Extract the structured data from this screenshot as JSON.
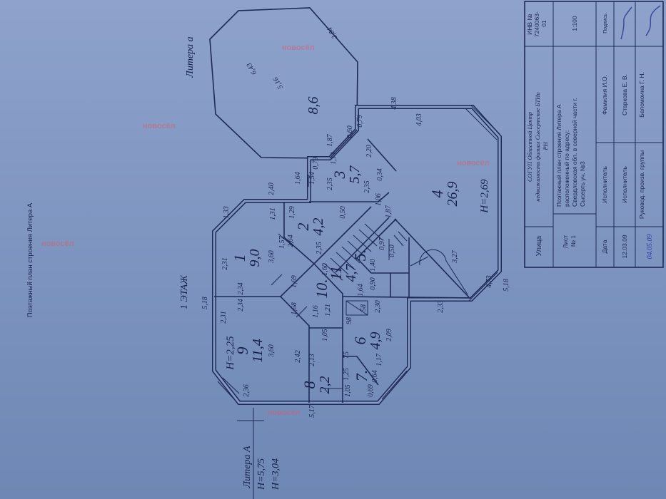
{
  "document": {
    "side_title": "Поэтажный план строения Литера А",
    "floor_label": "1 ЭТАЖ",
    "annex_label": "Литера а",
    "main_label": "Литера А",
    "main_heights": [
      "H=5,75",
      "H=3,04"
    ],
    "watermark": "новосёл"
  },
  "rooms": [
    {
      "num": "1",
      "area": "9,0"
    },
    {
      "num": "2",
      "area": "4,2"
    },
    {
      "num": "3",
      "area": "5,7"
    },
    {
      "num": "4",
      "area": "26,9"
    },
    {
      "num": "5.",
      "area": ""
    },
    {
      "num": "6",
      "area": "4,9"
    },
    {
      "num": "7.",
      "area": ""
    },
    {
      "num": "8",
      "area": "2,2"
    },
    {
      "num": "9",
      "area": "11,4"
    },
    {
      "num": "10.",
      "area": ""
    },
    {
      "num": "11",
      "area": "4,7"
    },
    {
      "num": "",
      "area": "8,6"
    }
  ],
  "room_heights": [
    "H=2,25",
    "H=2,69"
  ],
  "dimensions": [
    "5,18",
    "5,17",
    "2,31",
    "2,34",
    "2,34",
    "2,31",
    "3,60",
    "3,60",
    "1,33",
    "1,31",
    "1,57",
    "2,36",
    "2,42",
    "2,13",
    "1,05",
    "1,69",
    "1,68",
    "1,16",
    "1,21",
    "1,60",
    "1,29",
    "2,64",
    "0,50",
    "2,35",
    "2,40",
    "1,64",
    "1,54",
    "0,79",
    "2,35",
    "1,13",
    "1,87",
    "0,60",
    "0,79",
    "2,20",
    "2,35",
    "0,34",
    "1,06",
    "1,87",
    "4,38",
    "4,03",
    "4,73",
    "5,18",
    "3,27",
    "2,33",
    "1,64",
    "0,90",
    "1,40",
    "0,50",
    "0,97",
    "2,30",
    "58",
    "98",
    "2,09",
    "1,17",
    "0,64",
    "0,69",
    "1,05",
    "1,25",
    "75",
    "6,43",
    "5,16",
    "2,84"
  ],
  "title_block": {
    "street_label": "Улица",
    "organization": [
      "СОГУП Областной Центр",
      "недвижимости филиал   Сысертское БТИи",
      "РН"
    ],
    "inventory": [
      "ИНВ №",
      "7240063-",
      "01"
    ],
    "sheet_label": [
      "Лист",
      "№ 1"
    ],
    "description": [
      "Поэтажный план строения Литера А",
      "расположенный  по адресу:",
      "Свердловская обл. в северной части г.",
      "Сысерть уч. №3"
    ],
    "scale": "1:100",
    "header": {
      "date": "Дата",
      "role": "Исполнитель",
      "name": "Фамилия И.О.",
      "signature": "Подпись"
    },
    "rows": [
      {
        "date": "12.03.09",
        "role": "Исполнитель",
        "name": "Старкова Е. В."
      },
      {
        "date": "04.05.09",
        "role": "Руковод. произв. группы",
        "name": "Беломоина Г. Н."
      }
    ]
  },
  "colors": {
    "paper": "#7f96c1",
    "ink": "#1e2a56",
    "watermark": "#d2606e",
    "pen": "#2b3fa8"
  }
}
